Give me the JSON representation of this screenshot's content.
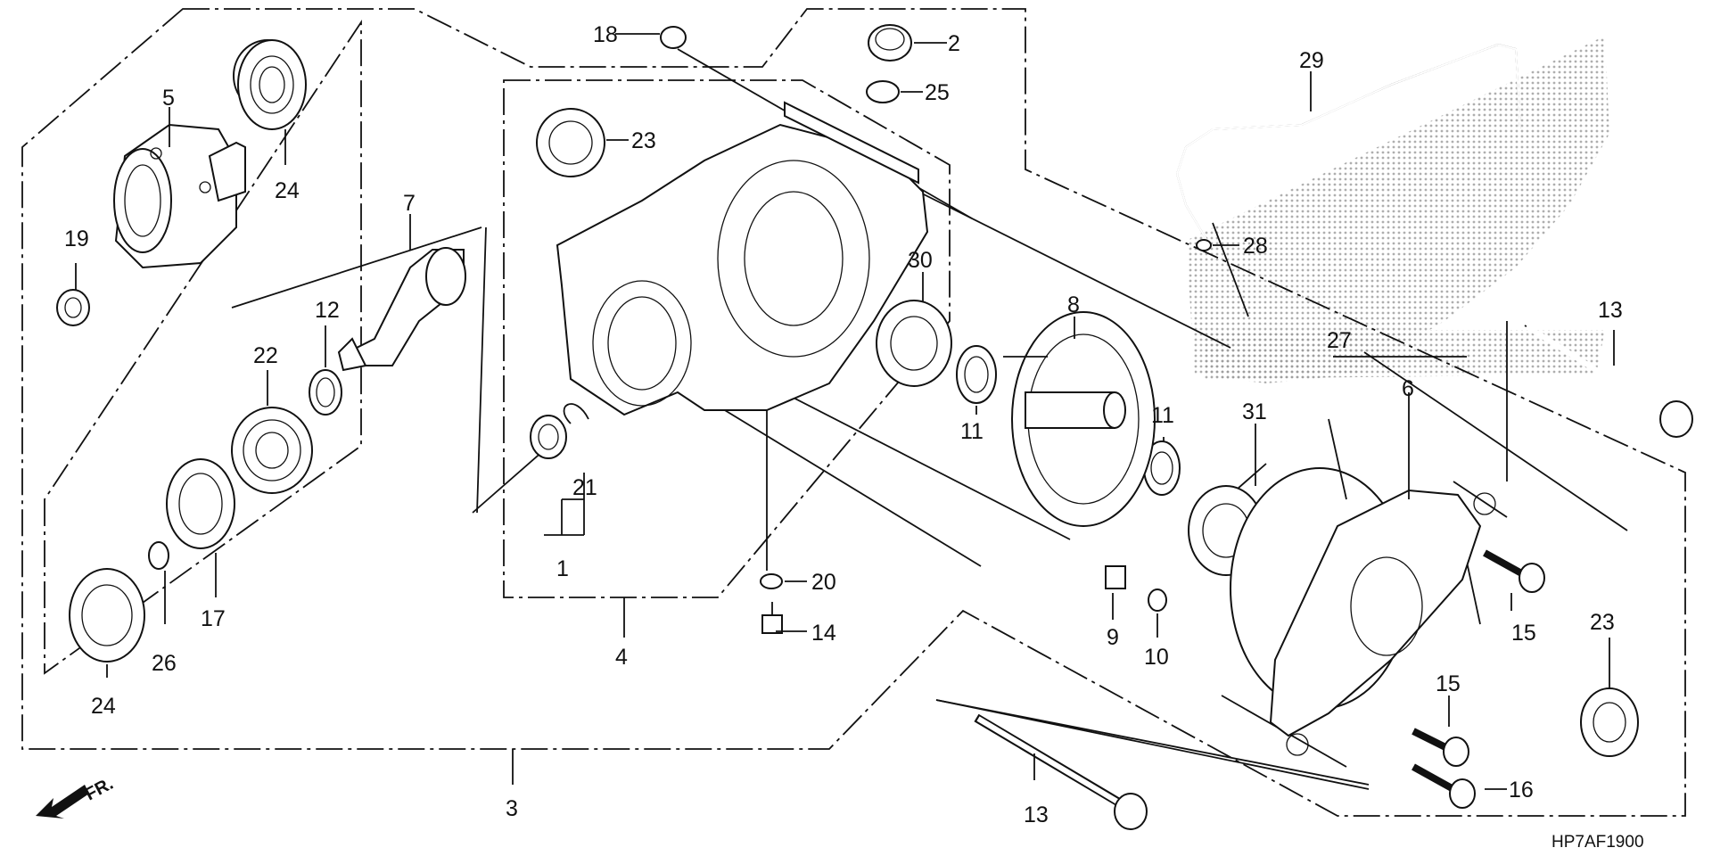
{
  "diagram_code": "HP7AF1900",
  "direction_label": "FR.",
  "callouts": {
    "c1": "1",
    "c2": "2",
    "c3": "3",
    "c4": "4",
    "c5": "5",
    "c6": "6",
    "c7": "7",
    "c8": "8",
    "c9": "9",
    "c10": "10",
    "c11a": "11",
    "c11b": "11",
    "c12": "12",
    "c13a": "13",
    "c13b": "13",
    "c14": "14",
    "c15a": "15",
    "c15b": "15",
    "c16": "16",
    "c17": "17",
    "c18": "18",
    "c19": "19",
    "c20": "20",
    "c21": "21",
    "c22": "22",
    "c23a": "23",
    "c23b": "23",
    "c24a": "24",
    "c24b": "24",
    "c25": "25",
    "c26": "26",
    "c27": "27",
    "c28": "28",
    "c29": "29",
    "c30": "30",
    "c31": "31"
  },
  "colors": {
    "ink": "#111111",
    "background": "#ffffff",
    "watermark_dots": "#9a9a9a"
  },
  "icons": [
    "direction-arrow-icon",
    "brand-wing-watermark-icon"
  ]
}
